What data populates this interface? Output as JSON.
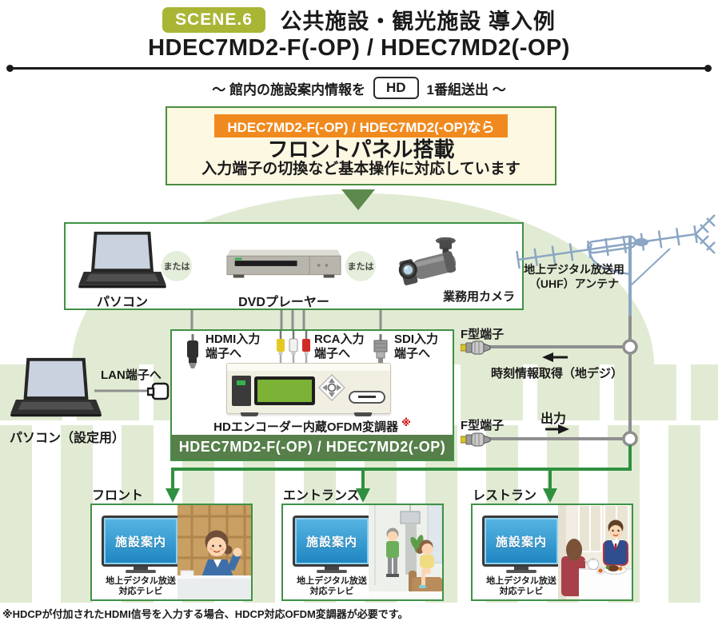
{
  "header": {
    "scene_badge": "SCENE.6",
    "title": "公共施設・観光施設 導入例",
    "model": "HDEC7MD2-F(-OP) / HDEC7MD2(-OP)"
  },
  "tagline": {
    "prefix": "〜 館内の施設案内情報を",
    "hd_badge": "HD",
    "suffix": "1番組送出 〜"
  },
  "feature_box": {
    "banner": "HDEC7MD2-F(-OP) / HDEC7MD2(-OP)なら",
    "headline": "フロントパネル搭載",
    "subtext": "入力端子の切換など基本操作に対応しています"
  },
  "source_box": {
    "pc_label": "パソコン",
    "or_label_1": "または",
    "dvd_label": "DVDプレーヤー",
    "or_label_2": "または",
    "camera_label": "業務用カメラ"
  },
  "antenna": {
    "label_line1": "地上デジタル放送用",
    "label_line2": "（UHF）アンテナ"
  },
  "inputs": {
    "hdmi_line1": "HDMI入力",
    "hdmi_line2": "端子へ",
    "rca_line1": "RCA入力",
    "rca_line2": "端子へ",
    "sdi_line1": "SDI入力",
    "sdi_line2": "端子へ"
  },
  "encoder": {
    "device_label": "HDエンコーダー内蔵OFDM変調器",
    "footnote_mark": "※",
    "model_bar": "HDEC7MD2-F(-OP) / HDEC7MD2(-OP)"
  },
  "config_pc": {
    "label": "パソコン（設定用）",
    "lan_label": "LAN端子へ"
  },
  "rf": {
    "f_connector_label_1": "F型端子",
    "time_sync_label": "時刻情報取得（地デジ）",
    "f_connector_label_2": "F型端子",
    "output_label": "出力"
  },
  "destinations": [
    {
      "location": "フロント",
      "screen_text": "施設案内",
      "tv_caption_line1": "地上デジタル放送",
      "tv_caption_line2": "対応テレビ"
    },
    {
      "location": "エントランス",
      "screen_text": "施設案内",
      "tv_caption_line1": "地上デジタル放送",
      "tv_caption_line2": "対応テレビ"
    },
    {
      "location": "レストラン",
      "screen_text": "施設案内",
      "tv_caption_line1": "地上デジタル放送",
      "tv_caption_line2": "対応テレビ"
    }
  ],
  "footnote": "※HDCPが付加されたHDMI信号を入力する場合、HDCP対応OFDM変調器が必要です。",
  "colors": {
    "accent_green": "#3f9146",
    "bar_green": "#567f4a",
    "badge_olive": "#a9b535",
    "banner_orange": "#f08a1e",
    "feature_cream": "#fdf8e2",
    "building_green": "#e1ebd3",
    "screen_blue": "#2d9ad2",
    "cable_gray": "#8f8f8f",
    "antenna_blue": "#8ba6c4",
    "arrow_green": "#2f9040"
  }
}
